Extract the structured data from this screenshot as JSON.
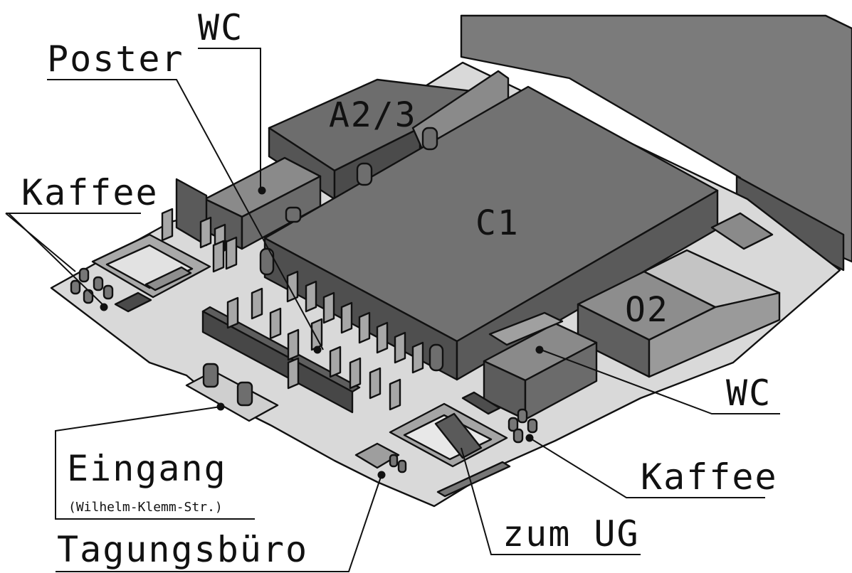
{
  "rooms": {
    "a23": "A2/3",
    "c1": "C1",
    "o2": "O2"
  },
  "labels": {
    "wc_top": "WC",
    "poster": "Poster",
    "kaffee_left": "Kaffee",
    "wc_right": "WC",
    "kaffee_right": "Kaffee",
    "eingang": "Eingang",
    "eingang_sub": "(Wilhelm-Klemm-Str.)",
    "tagungsbuero": "Tagungsbüro",
    "zum_ug": "zum UG"
  },
  "colors": {
    "floor": "#d9d9d9",
    "building_top": "#757575",
    "building_side": "#5a5a5a",
    "room_top": "#6b6b6b",
    "light": "#c4c4c4",
    "marker": "#111111"
  }
}
